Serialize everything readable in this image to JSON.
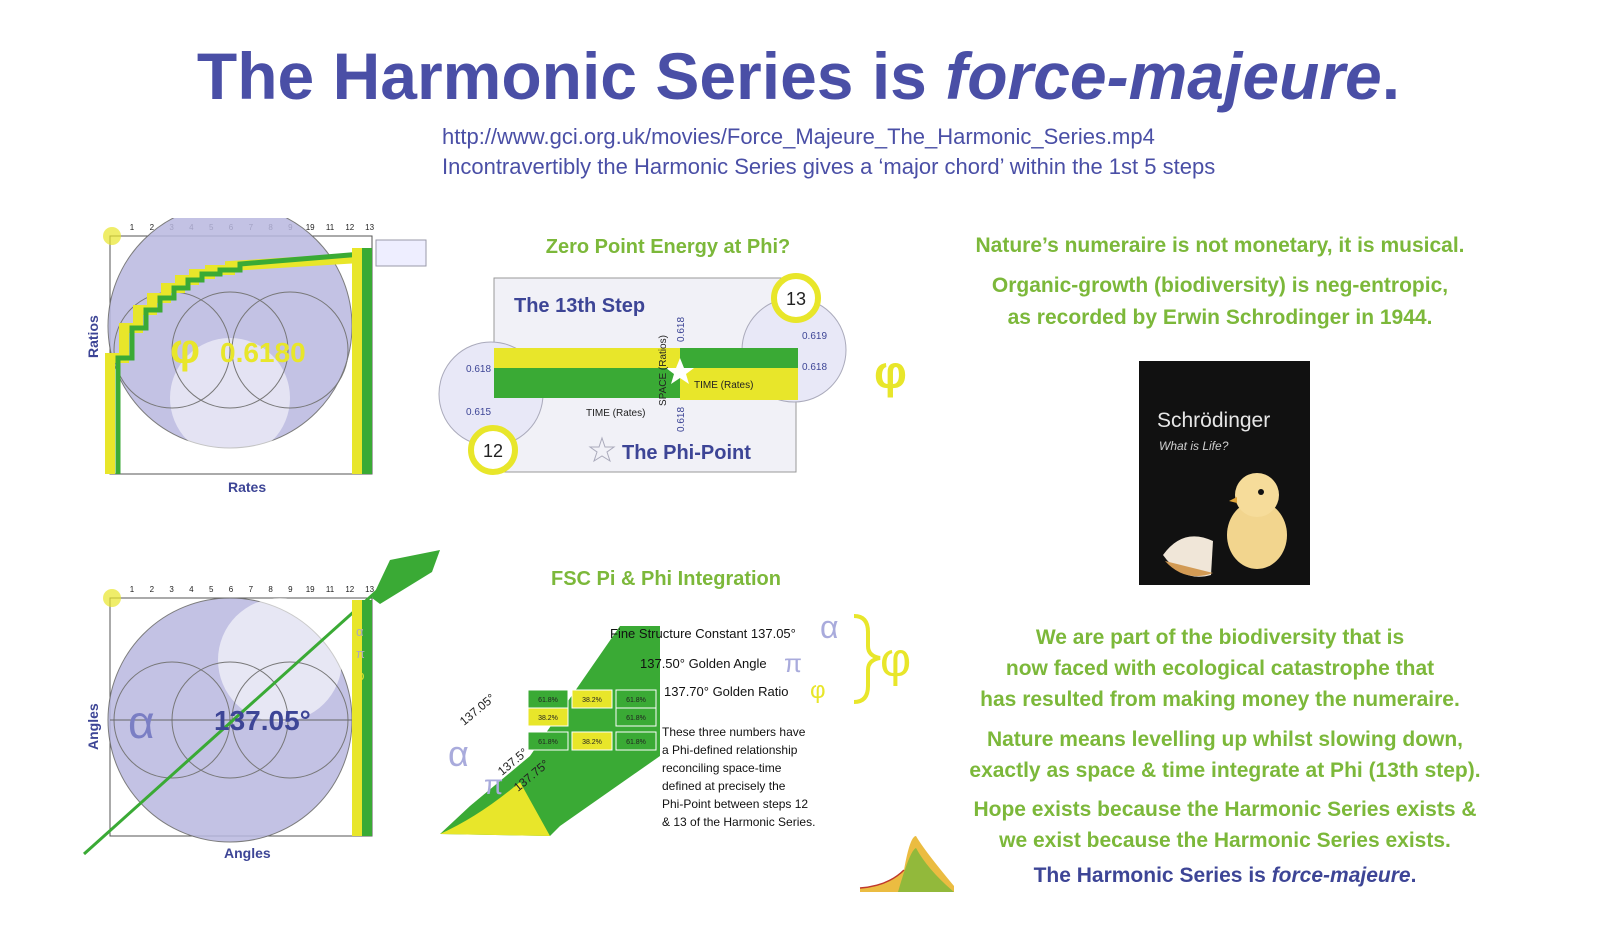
{
  "header": {
    "title_main": "The Harmonic Series is ",
    "title_em": "force-majeure",
    "title_end": ".",
    "url": "http://www.gci.org.uk/movies/Force_Majeure_The_Harmonic_Series.mp4",
    "subtitle": "Incontravertibly the Harmonic Series gives a ‘major chord’ within the 1st 5 steps"
  },
  "top_left": {
    "steps": [
      "1",
      "2",
      "3",
      "4",
      "5",
      "6",
      "7",
      "8",
      "9",
      "19",
      "11",
      "12",
      "13"
    ],
    "value": "0.6180",
    "phi_symbol": "φ",
    "ylabel": "Ratios",
    "xlabel": "Rates"
  },
  "bottom_left": {
    "steps": [
      "1",
      "2",
      "3",
      "4",
      "5",
      "6",
      "7",
      "8",
      "9",
      "19",
      "11",
      "12",
      "13"
    ],
    "alpha": "α",
    "value": "137.05°",
    "ylabel": "Angles",
    "xlabel": "Angles",
    "glyphs": [
      "α",
      "π",
      "φ"
    ]
  },
  "zpe": {
    "heading": "Zero Point Energy at Phi?",
    "step13_label": "The 13th Step",
    "phi_point_label": "The Phi-Point",
    "num_13": "13",
    "num_12": "12",
    "v_0618": "0.618",
    "v_0619": "0.619",
    "v_0615": "0.615",
    "space_label": "SPACE (Ratios)",
    "time_label": "TIME (Rates)",
    "phi_symbol": "φ"
  },
  "fsc": {
    "heading": "FSC Pi & Phi Integration",
    "line1": "Fine Structure Constant 137.05°",
    "line2": "137.50° Golden Angle",
    "line3": "137.70° Golden Ratio",
    "sym_alpha": "α",
    "sym_pi": "π",
    "sym_phi": "φ",
    "brace_phi": "φ",
    "para": [
      "These three numbers have",
      "a Phi-defined relationship",
      "reconciling space-time",
      "defined at precisely the",
      "Phi-Point between steps 12",
      "& 13 of the Harmonic Series."
    ],
    "angle_labels": [
      "137.05°",
      "137.5°",
      "137.75°"
    ],
    "cells": [
      "61.8%",
      "38.2%",
      "61.8%",
      "38.2%",
      "61.8%",
      "61.8%",
      "38.2%",
      "61.8%"
    ]
  },
  "right": {
    "line1": "Nature’s numeraire is not monetary, it is musical.",
    "line2a": "Organic-growth (biodiversity) is neg-entropic,",
    "line2b": "as recorded by Erwin Schrodinger in 1944.",
    "book_title": "Schrödinger",
    "book_sub": "What is Life?",
    "p1": [
      "We are part of the biodiversity that is",
      "now faced with ecological catastrophe that",
      "has resulted from making money the numeraire."
    ],
    "p2": [
      "Nature means levelling up whilst slowing down,",
      "exactly as space & time integrate at Phi (13th step)."
    ],
    "p3": [
      "Hope exists because the Harmonic Series exists &",
      "we exist because the Harmonic Series exists."
    ],
    "final_main": "The Harmonic Series is ",
    "final_em": "force-majeure",
    "final_end": "."
  },
  "colors": {
    "navy": "#3d4596",
    "green": "#7cb83a",
    "yellow": "#e8e62a",
    "lavender": "#b9b8e0"
  }
}
